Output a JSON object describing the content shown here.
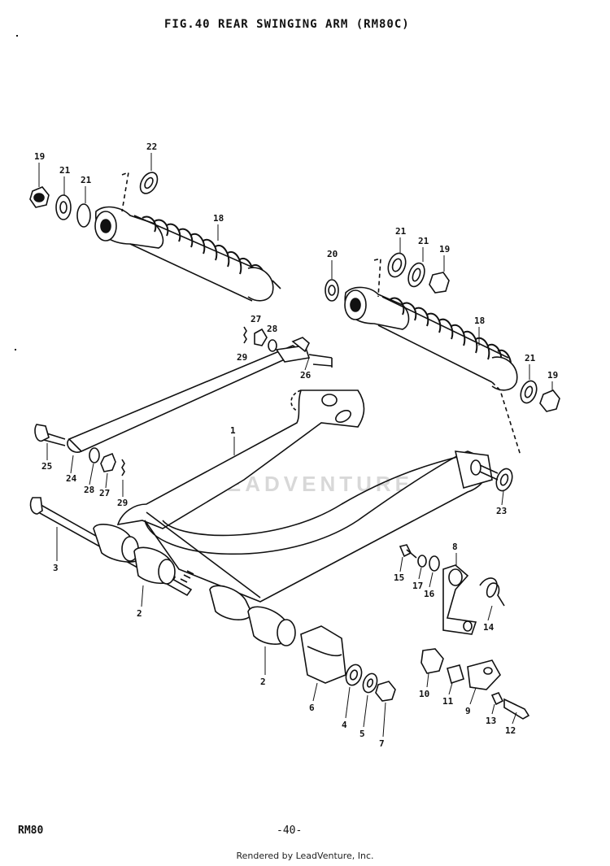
{
  "header": {
    "title": "FIG.40  REAR SWINGING ARM (RM80C)"
  },
  "watermark": "LEADVENTURE",
  "footer": {
    "model": "RM80",
    "page": "-40-",
    "rendered_by": "Rendered by LeadVenture, Inc."
  },
  "callouts": [
    {
      "id": "c19a",
      "label": "19"
    },
    {
      "id": "c21a",
      "label": "21"
    },
    {
      "id": "c21b",
      "label": "21"
    },
    {
      "id": "c22",
      "label": "22"
    },
    {
      "id": "c18a",
      "label": "18"
    },
    {
      "id": "c21c",
      "label": "21"
    },
    {
      "id": "c21d",
      "label": "21"
    },
    {
      "id": "c19b",
      "label": "19"
    },
    {
      "id": "c20",
      "label": "20"
    },
    {
      "id": "c18b",
      "label": "18"
    },
    {
      "id": "c21e",
      "label": "21"
    },
    {
      "id": "c19c",
      "label": "19"
    },
    {
      "id": "c27a",
      "label": "27"
    },
    {
      "id": "c28a",
      "label": "28"
    },
    {
      "id": "c29a",
      "label": "29"
    },
    {
      "id": "c26",
      "label": "26"
    },
    {
      "id": "c1",
      "label": "1"
    },
    {
      "id": "c25",
      "label": "25"
    },
    {
      "id": "c24",
      "label": "24"
    },
    {
      "id": "c28b",
      "label": "28"
    },
    {
      "id": "c27b",
      "label": "27"
    },
    {
      "id": "c29b",
      "label": "29"
    },
    {
      "id": "c23",
      "label": "23"
    },
    {
      "id": "c3",
      "label": "3"
    },
    {
      "id": "c2a",
      "label": "2"
    },
    {
      "id": "c2b",
      "label": "2"
    },
    {
      "id": "c8",
      "label": "8"
    },
    {
      "id": "c15",
      "label": "15"
    },
    {
      "id": "c17",
      "label": "17"
    },
    {
      "id": "c16",
      "label": "16"
    },
    {
      "id": "c14",
      "label": "14"
    },
    {
      "id": "c6",
      "label": "6"
    },
    {
      "id": "c4",
      "label": "4"
    },
    {
      "id": "c5",
      "label": "5"
    },
    {
      "id": "c7",
      "label": "7"
    },
    {
      "id": "c10",
      "label": "10"
    },
    {
      "id": "c11",
      "label": "11"
    },
    {
      "id": "c9",
      "label": "9"
    },
    {
      "id": "c13",
      "label": "13"
    },
    {
      "id": "c12",
      "label": "12"
    }
  ]
}
